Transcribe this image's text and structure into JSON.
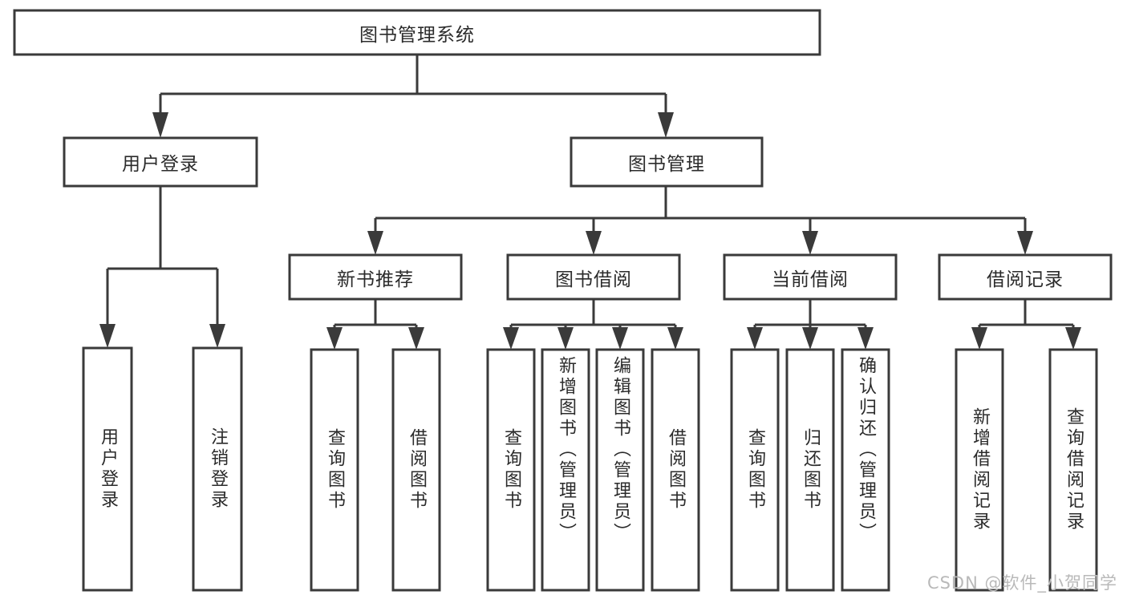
{
  "diagram": {
    "type": "tree",
    "title": "图书管理系统",
    "orientation": "top-down",
    "colors": {
      "background": "#ffffff",
      "box_fill": "#ffffff",
      "box_stroke": "#3a3a3a",
      "connector": "#3a3a3a",
      "text": "#2b2b2b",
      "watermark": "#b9b9b9"
    },
    "root": {
      "id": "root",
      "label": "图书管理系统",
      "text_direction": "horizontal"
    },
    "level2": [
      {
        "id": "user-login",
        "label": "用户登录",
        "text_direction": "horizontal"
      },
      {
        "id": "book-management",
        "label": "图书管理",
        "text_direction": "horizontal"
      }
    ],
    "level3": [
      {
        "id": "login-user-login",
        "label": "用户登录",
        "parent": "user-login",
        "text_direction": "vertical"
      },
      {
        "id": "login-logout",
        "label": "注销登录",
        "parent": "user-login",
        "text_direction": "vertical"
      },
      {
        "id": "new-book-recommend",
        "label": "新书推荐",
        "parent": "book-management",
        "text_direction": "horizontal"
      },
      {
        "id": "book-borrow",
        "label": "图书借阅",
        "parent": "book-management",
        "text_direction": "horizontal"
      },
      {
        "id": "current-borrow",
        "label": "当前借阅",
        "parent": "book-management",
        "text_direction": "horizontal"
      },
      {
        "id": "borrow-record",
        "label": "借阅记录",
        "parent": "book-management",
        "text_direction": "horizontal"
      }
    ],
    "level4": [
      {
        "id": "rec-query-book",
        "label": "查询图书",
        "parent": "new-book-recommend",
        "text_direction": "vertical"
      },
      {
        "id": "rec-borrow-book",
        "label": "借阅图书",
        "parent": "new-book-recommend",
        "text_direction": "vertical"
      },
      {
        "id": "borrow-query-book",
        "label": "查询图书",
        "parent": "book-borrow",
        "text_direction": "vertical"
      },
      {
        "id": "borrow-add-book",
        "label": "新增图书（管理员）",
        "parent": "book-borrow",
        "text_direction": "vertical"
      },
      {
        "id": "borrow-edit-book",
        "label": "编辑图书（管理员）",
        "parent": "book-borrow",
        "text_direction": "vertical"
      },
      {
        "id": "borrow-borrow-book",
        "label": "借阅图书",
        "parent": "book-borrow",
        "text_direction": "vertical"
      },
      {
        "id": "cur-query-book",
        "label": "查询图书",
        "parent": "current-borrow",
        "text_direction": "vertical"
      },
      {
        "id": "cur-return-book",
        "label": "归还图书",
        "parent": "current-borrow",
        "text_direction": "vertical"
      },
      {
        "id": "cur-confirm-return",
        "label": "确认归还（管理员）",
        "parent": "current-borrow",
        "text_direction": "vertical"
      },
      {
        "id": "rec-add-record",
        "label": "新增借阅记录",
        "parent": "borrow-record",
        "text_direction": "vertical"
      },
      {
        "id": "rec-query-record",
        "label": "查询借阅记录",
        "parent": "borrow-record",
        "text_direction": "vertical"
      }
    ],
    "watermark": "CSDN @软件_小贺同学"
  }
}
